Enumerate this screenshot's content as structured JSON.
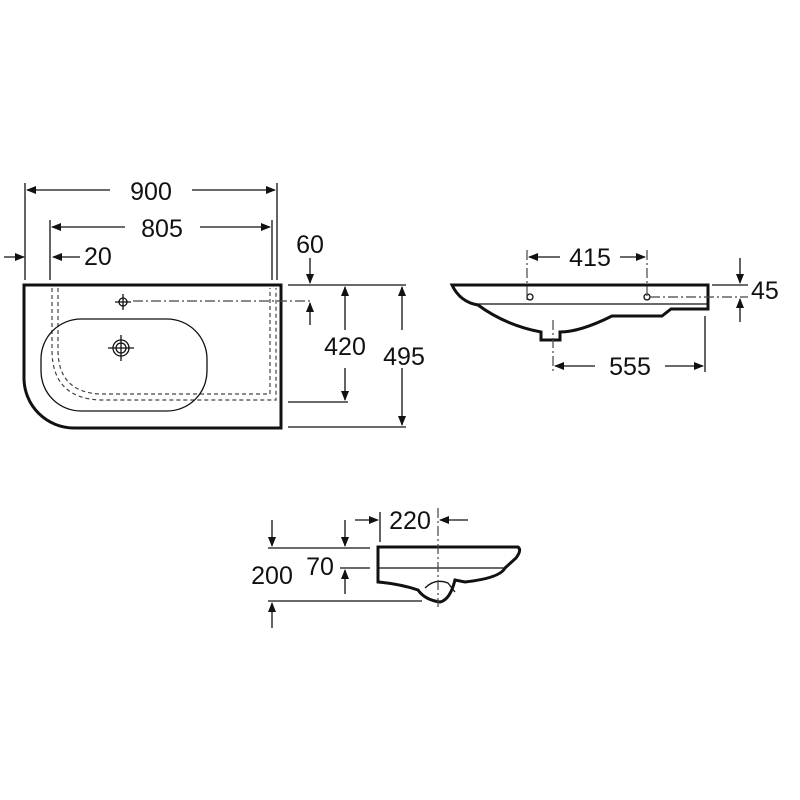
{
  "drawing": {
    "top_view": {
      "width_overall": "900",
      "width_inner": "805",
      "offset_left": "20",
      "tap_offset": "60",
      "depth_inner": "420",
      "depth_overall": "495"
    },
    "front_view": {
      "tap_spacing": "415",
      "rim_height": "45",
      "drain_to_edge": "555"
    },
    "side_view": {
      "drain_from_wall": "220",
      "total_height": "200",
      "rim_depth": "70"
    }
  }
}
